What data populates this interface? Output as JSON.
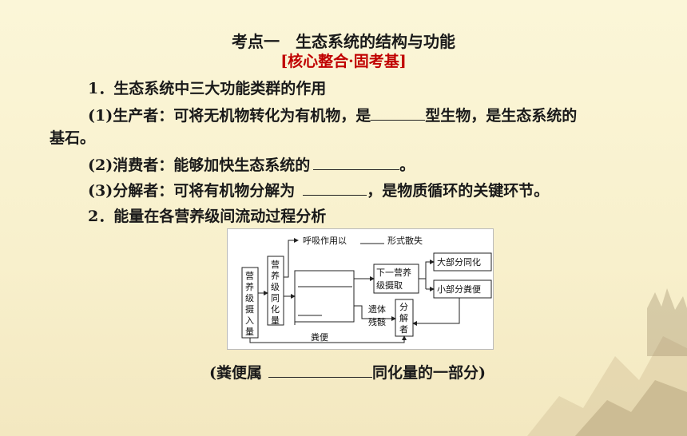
{
  "title": "考点一　生态系统的结构与功能",
  "subtitle": "[核心整合·固考基]",
  "section1": {
    "heading": "1．生态系统中三大功能类群的作用",
    "producer_a": "(1)生产者：可将无机物转化为有机物，是",
    "producer_b": "型生物，是生态系统的",
    "producer_c": "基石。",
    "consumer_a": "(2)消费者：能够加快生态系统的",
    "consumer_b": "。",
    "decomposer_a": "(3)分解者：可将有机物分解为",
    "decomposer_b": "，是物质循环的关键环节。"
  },
  "section2": {
    "heading": "2．能量在各营养级间流动过程分析"
  },
  "diagram": {
    "intake": [
      "营",
      "养",
      "级",
      "摄",
      "入",
      "量"
    ],
    "assimilation": [
      "营",
      "养",
      "级",
      "同",
      "化",
      "量"
    ],
    "respiration_a": "呼吸作用以",
    "respiration_b": "形式散失",
    "next_level": [
      "下一营养",
      "级摄取"
    ],
    "most_assimilated": "大部分同化",
    "small_feces": "小部分粪便",
    "remains": [
      "遗体",
      "残骸"
    ],
    "decomposer": [
      "分",
      "解",
      "者"
    ],
    "feces": "粪便"
  },
  "caption": {
    "a": "(粪便属",
    "b": "同化量的一部分)"
  }
}
